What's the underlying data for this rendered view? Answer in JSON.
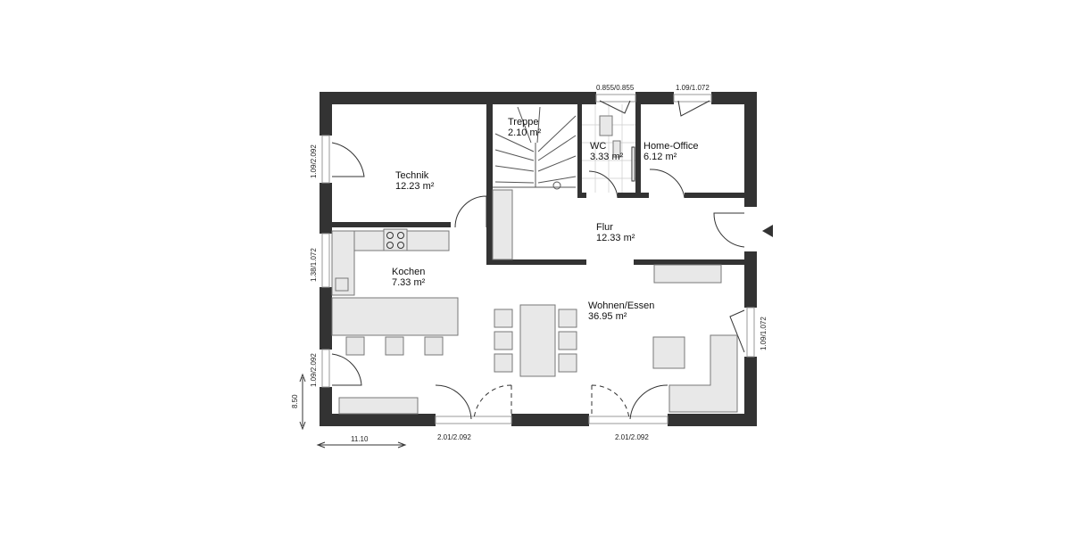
{
  "rooms": [
    {
      "name": "Technik",
      "area": "12.23 m²"
    },
    {
      "name": "Treppe",
      "area": "2.10 m²"
    },
    {
      "name": "WC",
      "area": "3.33 m²"
    },
    {
      "name": "Home-Office",
      "area": "6.12 m²"
    },
    {
      "name": "Flur",
      "area": "12.33 m²"
    },
    {
      "name": "Kochen",
      "area": "7.33 m²"
    },
    {
      "name": "Wohnen/Essen",
      "area": "36.95 m²"
    }
  ],
  "openings": {
    "wc_window": "0.855/0.855",
    "office_window": "1.09/1.072",
    "technik_window": "1.09/2.092",
    "kitchen_window": "1.38/1.072",
    "living_left_window": "1.09/2.092",
    "living_right_window": "1.09/1.072",
    "terrace_door_left": "2.01/2.092",
    "terrace_door_right": "2.01/2.092"
  },
  "dimensions": {
    "width": "11.10",
    "depth": "8.50"
  },
  "colors": {
    "wall": "#333333",
    "furniture": "#e8e8e8"
  }
}
